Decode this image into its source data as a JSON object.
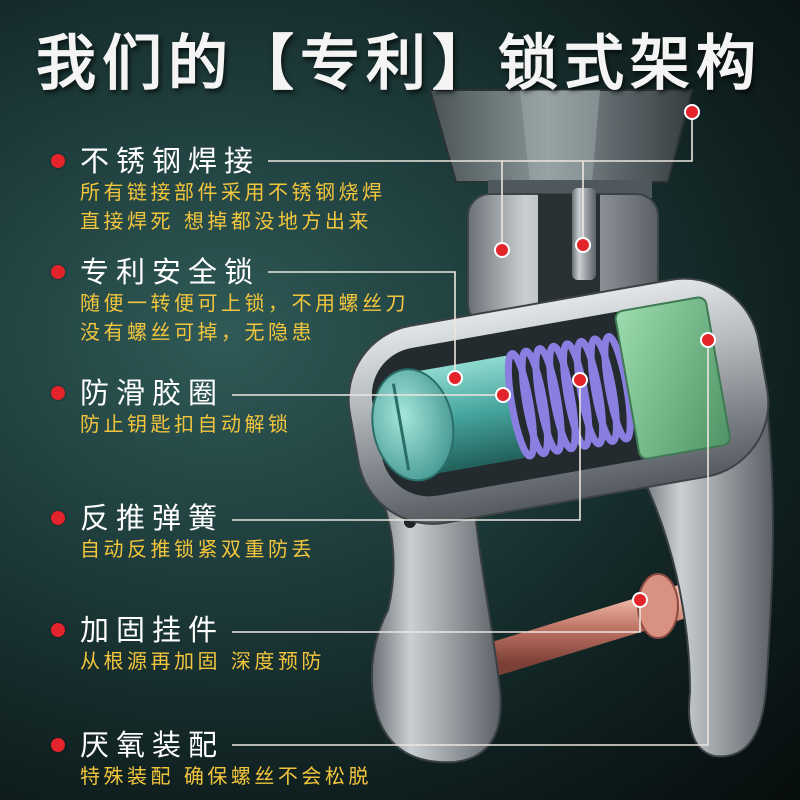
{
  "title": "我们的【专利】锁式架构",
  "callouts": [
    {
      "title": "不锈钢焊接",
      "lines": [
        "所有链接部件采用不锈钢烧焊",
        "直接焊死 想掉都没地方出来"
      ]
    },
    {
      "title": "专利安全锁",
      "lines": [
        "随便一转便可上锁，不用螺丝刀",
        "没有螺丝可掉，无隐患"
      ]
    },
    {
      "title": "防滑胶圈",
      "lines": [
        "防止钥匙扣自动解锁"
      ]
    },
    {
      "title": "反推弹簧",
      "lines": [
        "自动反推锁紧双重防丢"
      ]
    },
    {
      "title": "加固挂件",
      "lines": [
        "从根源再加固 深度预防"
      ]
    },
    {
      "title": "厌氧装配",
      "lines": [
        "特殊装配 确保螺丝不会松脱"
      ]
    }
  ],
  "colors": {
    "bullet": "#e3242b",
    "callout_title": "#ffffff",
    "callout_text": "#f2c53d",
    "background": "#1d3b3a"
  }
}
